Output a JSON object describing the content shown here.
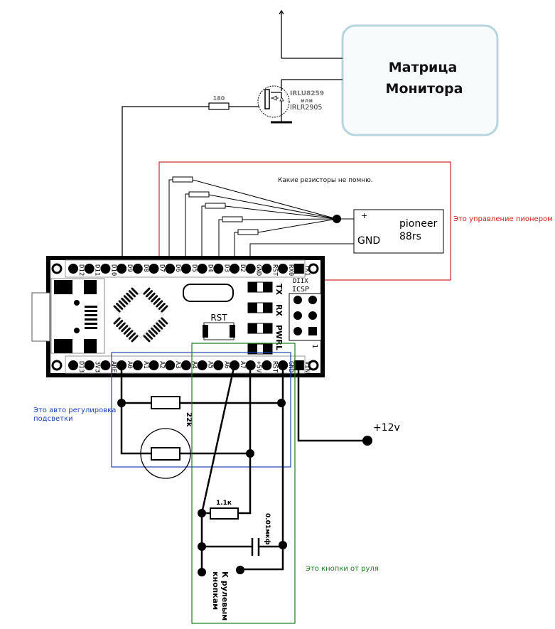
{
  "monitor_block": {
    "line1": "Матрица",
    "line2": "Монитора"
  },
  "mosfet": {
    "resistor_value": "180",
    "part_a": "IRLU8259",
    "or_word": "или",
    "part_b": "IRLR2905"
  },
  "pioneer_section": {
    "note": "Какие резисторы не помню.",
    "plus_label": "+",
    "gnd_label": "GND",
    "device_line1": "pioneer",
    "device_line2": "88rs",
    "caption": "Это управление пионером",
    "caption_color": "#d81b1b"
  },
  "backlight_section": {
    "caption_line1": "Это авто регулировка",
    "caption_line2": "подсветки",
    "caption_color": "#1f3fb0",
    "resistor_value": "22k"
  },
  "buttons_section": {
    "resistor_value": "1.1к",
    "capacitor_value": "0.01мкф",
    "connector_line1": "К рулевым",
    "connector_line2": "кнопкам",
    "caption": "Это кнопки от руля",
    "caption_color": "#1e7a1e"
  },
  "power": {
    "label": "+12v"
  },
  "board": {
    "top_pins": [
      "D12",
      "D11",
      "D10",
      "D9",
      "D8",
      "D7",
      "D6",
      "D5",
      "D4",
      "D3",
      "D2",
      "GND",
      "RST",
      "RX0",
      "TX1"
    ],
    "bottom_pins": [
      "D13",
      "3V3",
      "AREF",
      "A0",
      "A1",
      "A2",
      "A3",
      "A4",
      "A5",
      "A6",
      "A7",
      "+5V",
      "RST",
      "GND",
      "VIN"
    ],
    "leds": [
      "TX",
      "RX",
      "PWR",
      "L"
    ],
    "icsp_label": "ICSP",
    "icsp_pin1": "1",
    "reset_label": "RST"
  }
}
